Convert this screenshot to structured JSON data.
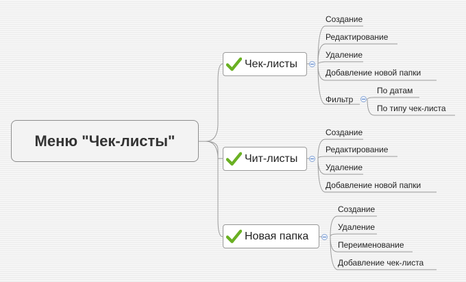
{
  "root": {
    "label": "Меню \"Чек-листы\""
  },
  "branches": [
    {
      "label": "Чек-листы",
      "children": [
        "Создание",
        "Редактирование",
        "Удаление",
        "Добавление новой папки",
        "Фильтр"
      ],
      "filter_children": [
        "По датам",
        "По типу чек-листа"
      ]
    },
    {
      "label": "Чит-листы",
      "children": [
        "Создание",
        "Редактирование",
        "Удаление",
        "Добавление новой папки"
      ]
    },
    {
      "label": "Новая папка",
      "children": [
        "Создание",
        "Удаление",
        "Переименование",
        "Добавление чек-листа"
      ]
    }
  ],
  "colors": {
    "connector": "#9a9a9a",
    "check": "#6ab023",
    "toggle": "#4a78c4"
  }
}
